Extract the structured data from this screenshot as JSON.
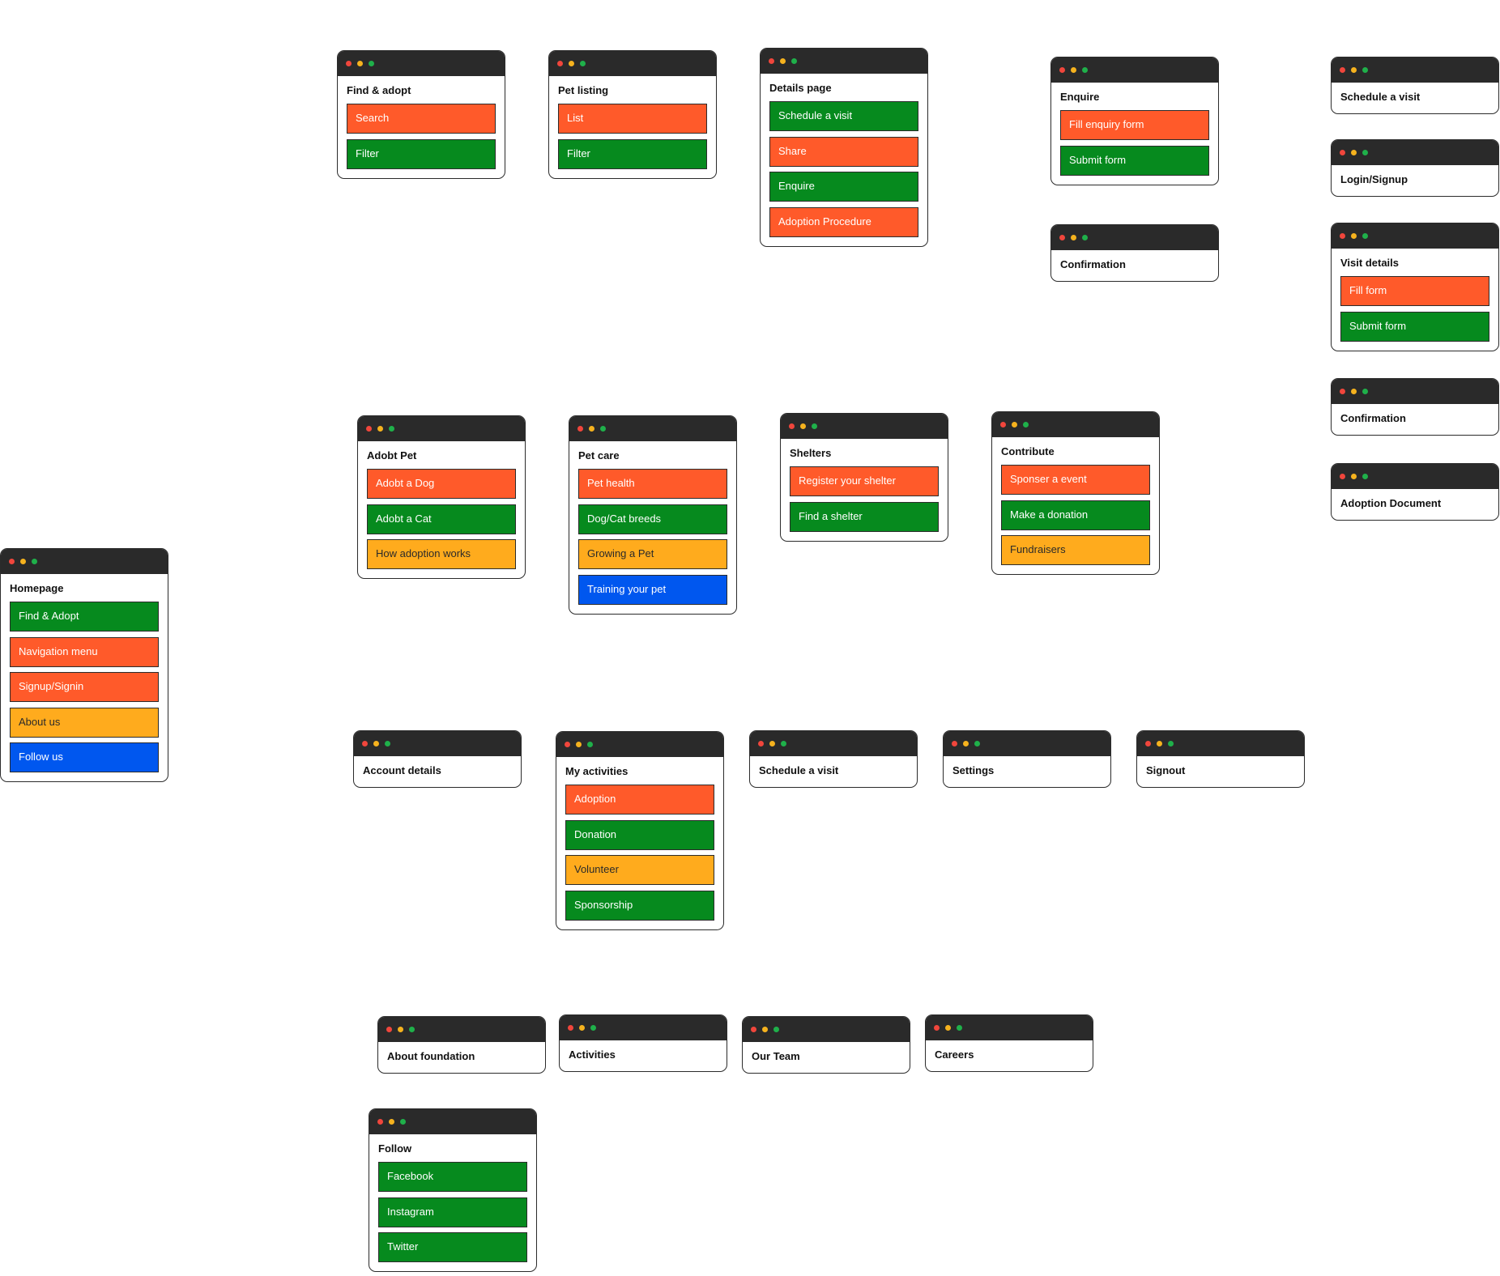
{
  "colors": {
    "header": "#2a2a2a",
    "dot_red": "#f0463c",
    "dot_yellow": "#f5b21e",
    "dot_green": "#1fb04a",
    "orange": "#ff5a2a",
    "green": "#068a1e",
    "yellow": "#ffab1d",
    "blue": "#0057ef"
  },
  "cards": [
    {
      "id": "homepage",
      "title": "Homepage",
      "items": [
        {
          "label": "Find & Adopt",
          "color": "green"
        },
        {
          "label": "Navigation menu",
          "color": "orange"
        },
        {
          "label": "Signup/Signin",
          "color": "orange"
        },
        {
          "label": "About us",
          "color": "yellow"
        },
        {
          "label": "Follow us",
          "color": "blue"
        }
      ]
    },
    {
      "id": "find-adopt",
      "title": "Find & adopt",
      "items": [
        {
          "label": "Search",
          "color": "orange"
        },
        {
          "label": "Filter",
          "color": "green"
        }
      ]
    },
    {
      "id": "pet-listing",
      "title": "Pet listing",
      "items": [
        {
          "label": "List",
          "color": "orange"
        },
        {
          "label": "Filter",
          "color": "green"
        }
      ]
    },
    {
      "id": "details-page",
      "title": "Details page",
      "items": [
        {
          "label": "Schedule a visit",
          "color": "green"
        },
        {
          "label": "Share",
          "color": "orange"
        },
        {
          "label": "Enquire",
          "color": "green"
        },
        {
          "label": "Adoption Procedure",
          "color": "orange"
        }
      ]
    },
    {
      "id": "enquire",
      "title": "Enquire",
      "items": [
        {
          "label": "Fill enquiry form",
          "color": "orange"
        },
        {
          "label": "Submit form",
          "color": "green"
        }
      ]
    },
    {
      "id": "enquire-confirmation",
      "title": "Confirmation",
      "items": []
    },
    {
      "id": "schedule-visit-top",
      "title": "Schedule a visit",
      "items": []
    },
    {
      "id": "login-signup",
      "title": "Login/Signup",
      "items": []
    },
    {
      "id": "visit-details",
      "title": "Visit details",
      "items": [
        {
          "label": "Fill form",
          "color": "orange"
        },
        {
          "label": "Submit form",
          "color": "green"
        }
      ]
    },
    {
      "id": "visit-confirmation",
      "title": "Confirmation",
      "items": []
    },
    {
      "id": "adoption-document",
      "title": "Adoption Document",
      "items": []
    },
    {
      "id": "adopt-pet",
      "title": "Adobt Pet",
      "items": [
        {
          "label": "Adobt a Dog",
          "color": "orange"
        },
        {
          "label": "Adobt a Cat",
          "color": "green"
        },
        {
          "label": "How adoption works",
          "color": "yellow"
        }
      ]
    },
    {
      "id": "pet-care",
      "title": "Pet care",
      "items": [
        {
          "label": "Pet health",
          "color": "orange"
        },
        {
          "label": "Dog/Cat breeds",
          "color": "green"
        },
        {
          "label": "Growing a Pet",
          "color": "yellow"
        },
        {
          "label": "Training your pet",
          "color": "blue"
        }
      ]
    },
    {
      "id": "shelters",
      "title": "Shelters",
      "items": [
        {
          "label": "Register your shelter",
          "color": "orange"
        },
        {
          "label": "Find a shelter",
          "color": "green"
        }
      ]
    },
    {
      "id": "contribute",
      "title": "Contribute",
      "items": [
        {
          "label": "Sponser a event",
          "color": "orange"
        },
        {
          "label": "Make a donation",
          "color": "green"
        },
        {
          "label": "Fundraisers",
          "color": "yellow"
        }
      ]
    },
    {
      "id": "account-details",
      "title": "Account details",
      "items": []
    },
    {
      "id": "my-activities",
      "title": "My activities",
      "items": [
        {
          "label": "Adoption",
          "color": "orange"
        },
        {
          "label": "Donation",
          "color": "green"
        },
        {
          "label": "Volunteer",
          "color": "yellow"
        },
        {
          "label": "Sponsorship",
          "color": "green"
        }
      ]
    },
    {
      "id": "schedule-visit-account",
      "title": "Schedule a visit",
      "items": []
    },
    {
      "id": "settings",
      "title": "Settings",
      "items": []
    },
    {
      "id": "signout",
      "title": "Signout",
      "items": []
    },
    {
      "id": "about-foundation",
      "title": "About foundation",
      "items": []
    },
    {
      "id": "activities",
      "title": "Activities",
      "items": []
    },
    {
      "id": "our-team",
      "title": "Our Team",
      "items": []
    },
    {
      "id": "careers",
      "title": "Careers",
      "items": []
    },
    {
      "id": "follow",
      "title": "Follow",
      "items": [
        {
          "label": "Facebook",
          "color": "green"
        },
        {
          "label": "Instagram",
          "color": "green"
        },
        {
          "label": "Twitter",
          "color": "green"
        }
      ]
    }
  ]
}
